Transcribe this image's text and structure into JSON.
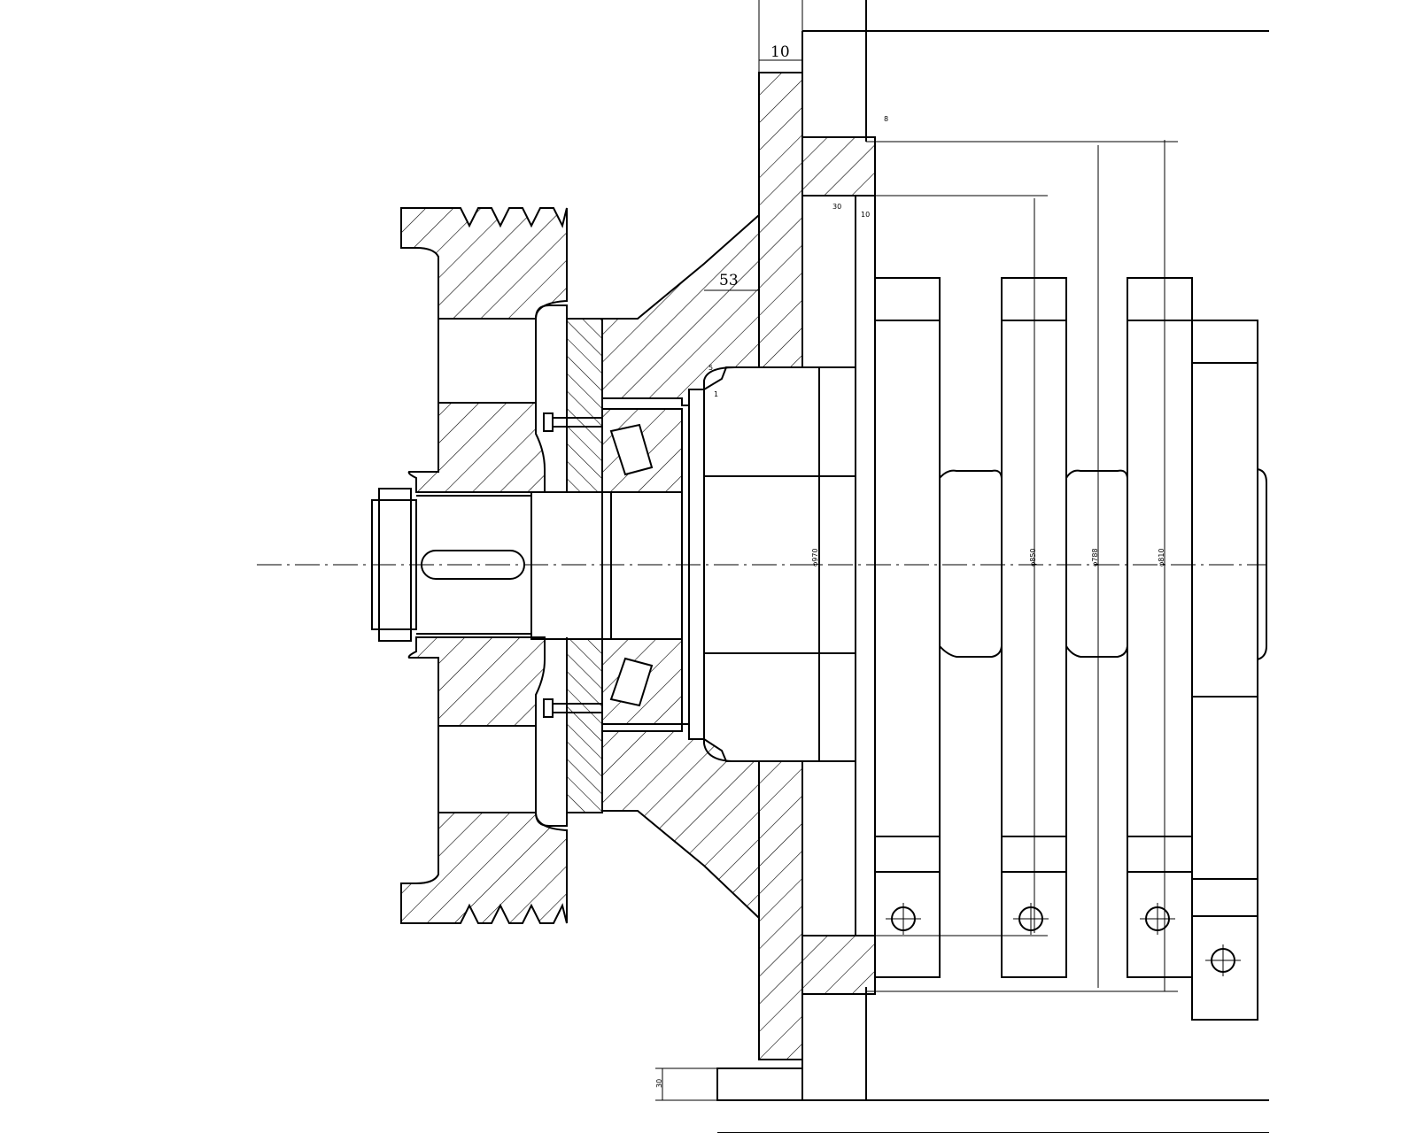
{
  "dimensions": {
    "top_gap": "10",
    "flange_offset": "53",
    "base_height": "30",
    "small_1": "8",
    "small_2": "30",
    "small_3": "10",
    "small_4": "5",
    "small_5": "1",
    "dia_1": "φ970",
    "dia_2": "φ850",
    "dia_3": "φ788",
    "dia_4": "φ810"
  },
  "colors": {
    "line": "#000000",
    "background": "#ffffff"
  }
}
